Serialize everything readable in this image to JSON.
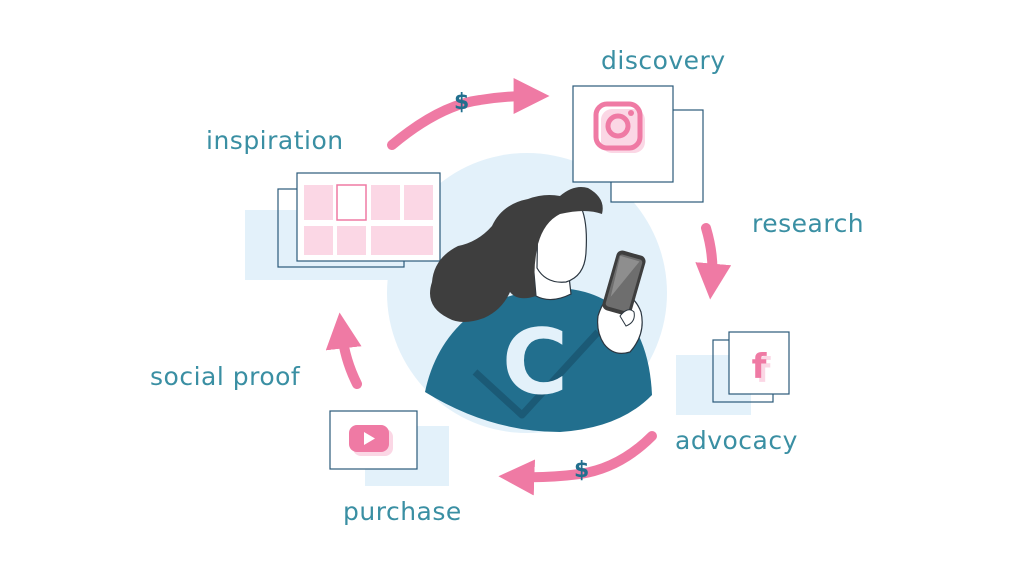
{
  "colors": {
    "label": "#3a8fa3",
    "arrow": "#ef7aa4",
    "pink_light": "#fbd7e5",
    "pink": "#ef7aa4",
    "navy_line": "#2b5a7a",
    "blue_light": "#e3f1fa",
    "teal": "#226f8e",
    "hair": "#3e3e3e",
    "dollar": "#226f8e"
  },
  "labels": {
    "discovery": "discovery",
    "research": "research",
    "advocacy": "advocacy",
    "purchase": "purchase",
    "social_proof": "social proof",
    "inspiration": "inspiration"
  },
  "currency": {
    "top": "$",
    "bottom": "$"
  },
  "icons": {
    "discovery": "instagram-icon",
    "advocacy": "facebook-icon",
    "purchase": "youtube-icon",
    "inspiration": "image-grid-icon",
    "person": "person-with-phone",
    "brand": "brand-c-logo"
  },
  "brand": {
    "letter": "C"
  },
  "facebook": {
    "glyph": "f"
  }
}
